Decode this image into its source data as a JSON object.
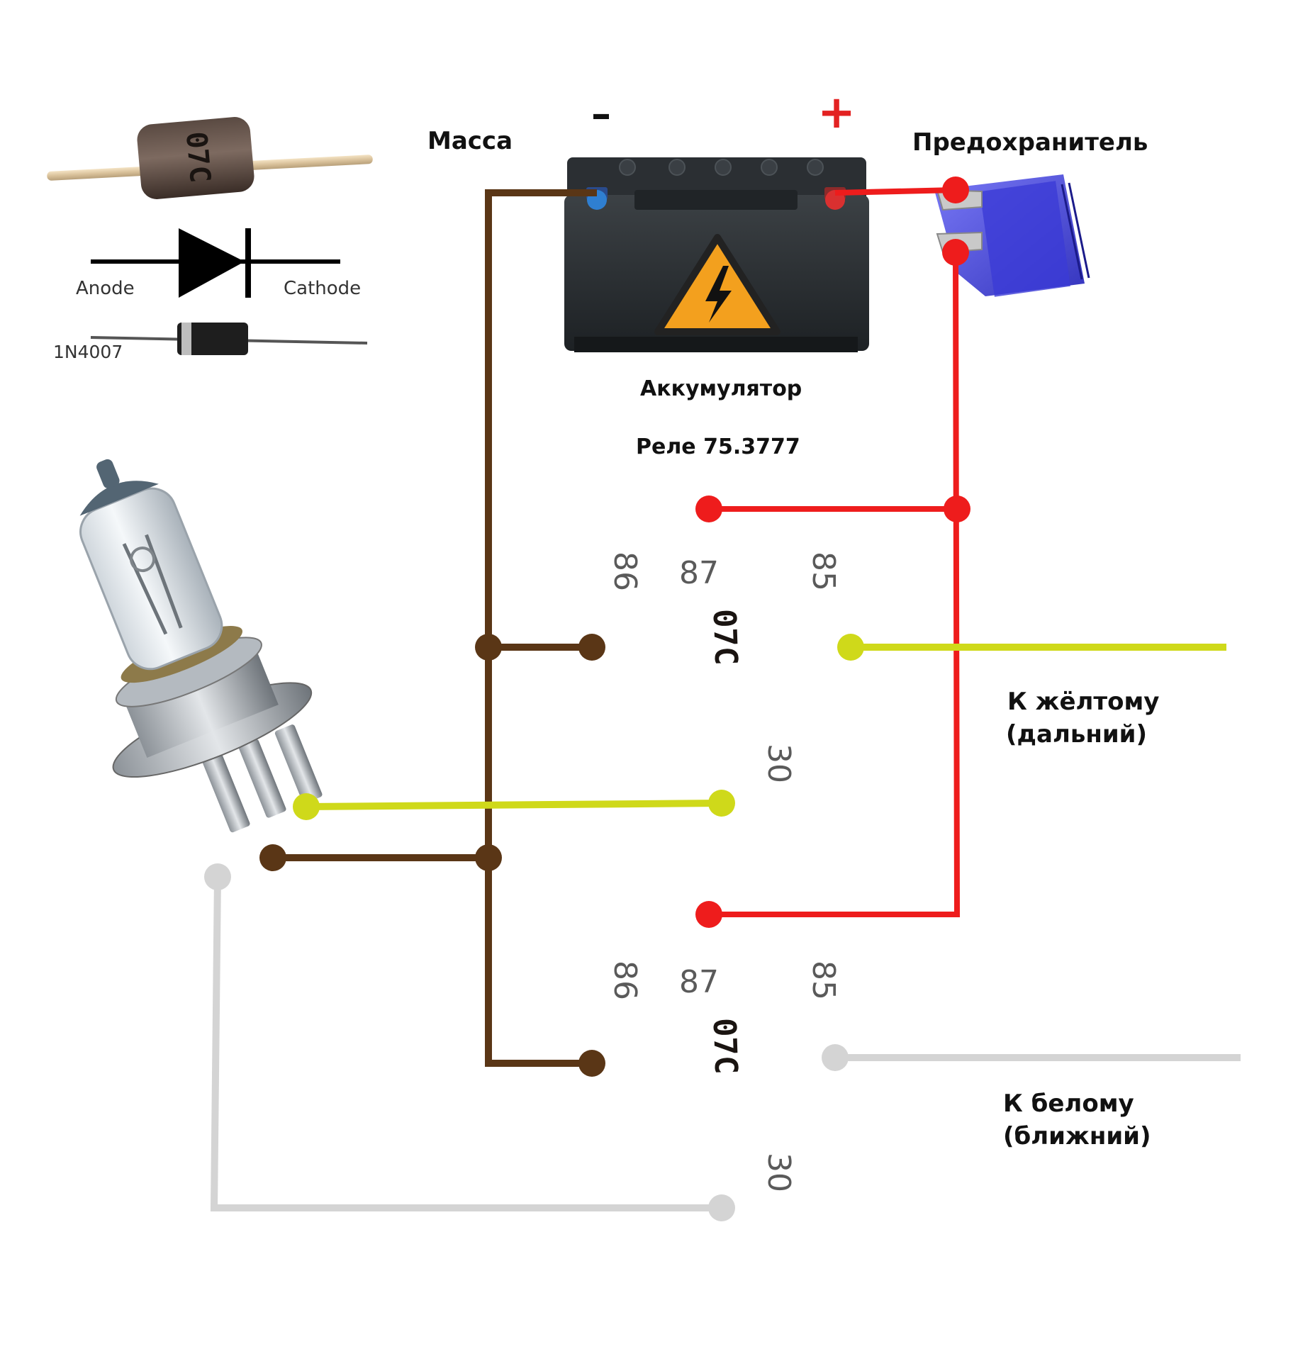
{
  "labels": {
    "ground": "Масса",
    "minus": "–",
    "plus": "+",
    "fuse": "Предохранитель",
    "battery": "Аккумулятор",
    "relay": "Реле 75.3777",
    "to_yellow_line1": "К жёлтому",
    "to_yellow_line2": "(дальний)",
    "to_white_line1": "К белому",
    "to_white_line2": "(ближний)"
  },
  "diode_legend": {
    "anode": "Anode",
    "cathode": "Cathode",
    "part_number": "1N4007"
  },
  "relay_pins": {
    "p86": "86",
    "p85": "85",
    "p87": "87",
    "p30": "30"
  },
  "diode_marking": "07C",
  "colors": {
    "ground_wire": "#5a3616",
    "plus_wire": "#ee1c1c",
    "yellow_wire": "#cfd91a",
    "white_wire": "#d4d4d4",
    "relay_body": "#2e2e2e",
    "fuse": "#3a3ae0"
  },
  "icons": {
    "warning": "high-voltage-warning-icon",
    "lamp": "h4-halogen-bulb-icon"
  }
}
